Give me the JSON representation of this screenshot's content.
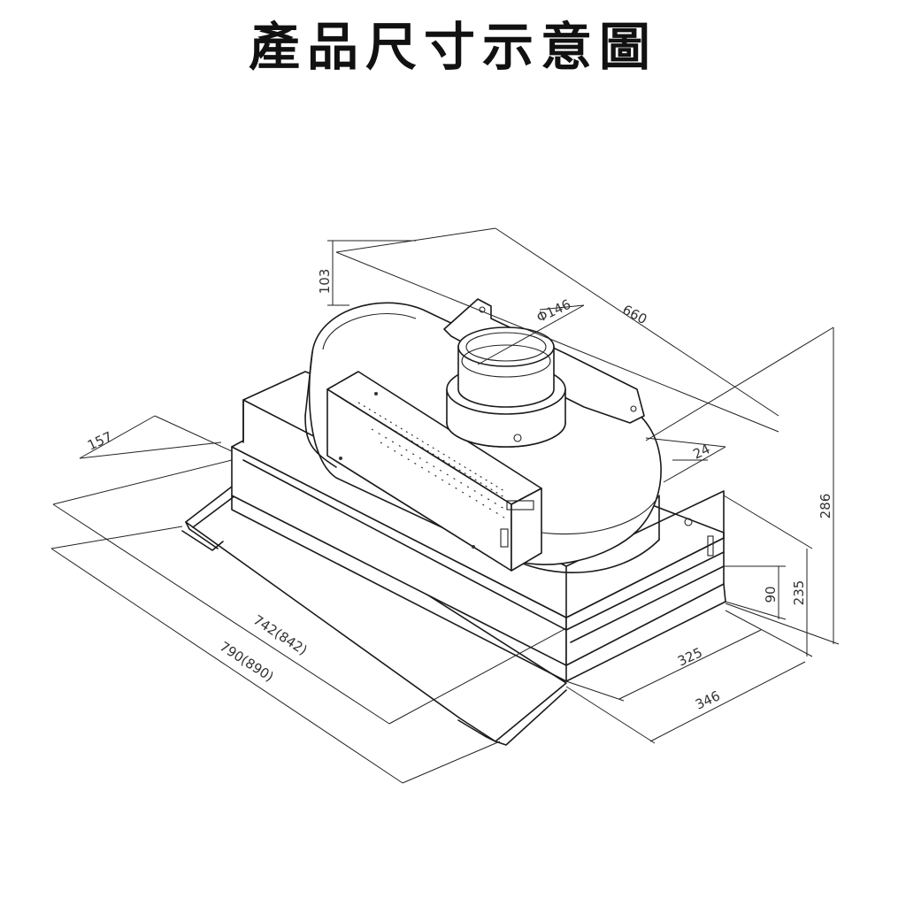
{
  "title": "產品尺寸示意圖",
  "colors": {
    "line": "#1a1a1a",
    "text": "#333333",
    "background": "#ffffff"
  },
  "dimensions": {
    "d103": "103",
    "d146": "Φ146",
    "d660": "660",
    "d24": "24",
    "d157": "157",
    "d286": "286",
    "d235": "235",
    "d90": "90",
    "d742": "742(842)",
    "d790": "790(890)",
    "d325": "325",
    "d346": "346"
  }
}
